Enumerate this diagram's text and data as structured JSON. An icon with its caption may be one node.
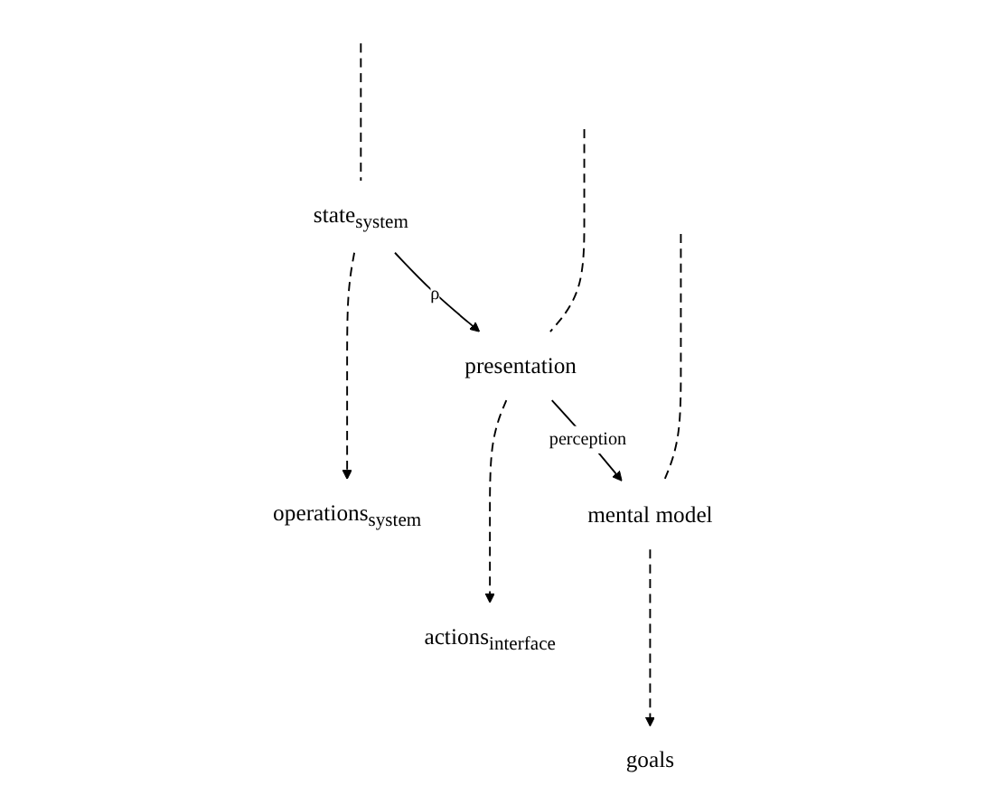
{
  "diagram": {
    "nodes": [
      {
        "text": [
          "state$_{system}$"
        ]
      },
      {
        "text": [
          "operations$_{system}$"
        ]
      },
      {
        "text": [
          "presentation"
        ]
      },
      {
        "text": [
          "actions$_{interface}$"
        ]
      },
      {
        "text": [
          "mental model"
        ]
      },
      {
        "text": [
          "goals"
        ]
      }
    ],
    "edges": [
      {
        "from": null,
        "to": 0,
        "arrow": "none",
        "style": "dashed"
      },
      {
        "from": 0,
        "to": 1,
        "arrow": "to",
        "style": "dashed"
      },
      {
        "from": 0,
        "to": 2,
        "arrow": "to",
        "label": "ρ"
      },
      {
        "from": null,
        "to": 2,
        "arrow": "none",
        "style": "dashed"
      },
      {
        "from": 2,
        "to": 3,
        "arrow": "to",
        "style": "dashed"
      },
      {
        "from": 2,
        "to": 4,
        "arrow": "to",
        "label": "perception"
      },
      {
        "from": null,
        "to": 4,
        "arrow": "none",
        "style": "dashed"
      },
      {
        "from": 4,
        "to": 5,
        "arrow": "to",
        "style": "dashed"
      }
    ]
  }
}
